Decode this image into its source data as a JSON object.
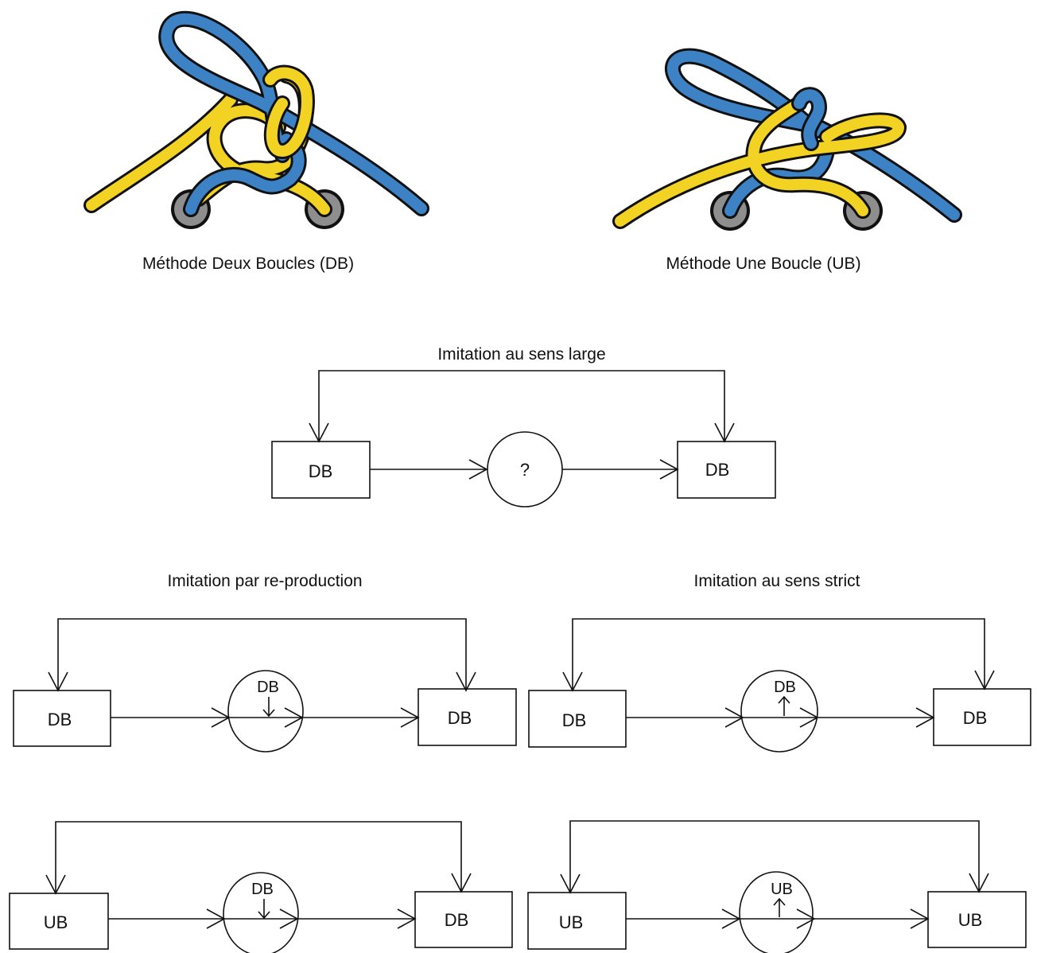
{
  "knots": {
    "left_caption": "Méthode Deux Boucles (DB)",
    "right_caption": "Méthode Une Boucle (UB)",
    "colors": {
      "blue": "#3d82c4",
      "yellow": "#f2d323",
      "eyelet": "#8e8e8e"
    }
  },
  "diagrams": {
    "broad": {
      "title": "Imitation au sens large",
      "left": "DB",
      "middle": "?",
      "right": "DB"
    },
    "reproduction_title": "Imitation par re-production",
    "strict_title": "Imitation au sens strict",
    "reproduction_row1": {
      "left": "DB",
      "middle": "DB",
      "right": "DB"
    },
    "strict_row1": {
      "left": "DB",
      "middle": "DB",
      "right": "DB"
    },
    "reproduction_row2": {
      "left": "UB",
      "middle": "DB",
      "right": "DB"
    },
    "strict_row2": {
      "left": "UB",
      "middle": "UB",
      "right": "UB"
    }
  }
}
